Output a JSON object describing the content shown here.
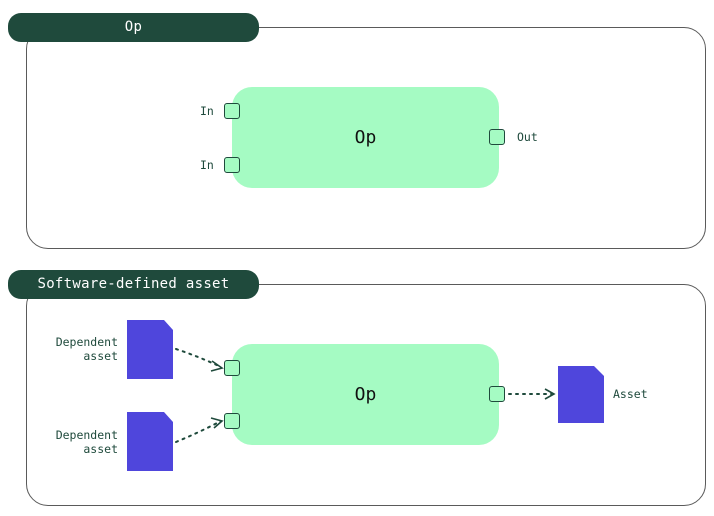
{
  "colors": {
    "tab_bg": "#1f4a3c",
    "op_fill": "#a5fbc3",
    "asset_fill": "#4f46dc",
    "edge": "#1f4a3c"
  },
  "op_panel": {
    "tab_label": "Op",
    "op_label": "Op",
    "inputs": [
      "In",
      "In"
    ],
    "output": "Out"
  },
  "asset_panel": {
    "tab_label": "Software-defined asset",
    "op_label": "Op",
    "dependents": [
      {
        "line1": "Dependent",
        "line2": "asset",
        "icon": "document-icon"
      },
      {
        "line1": "Dependent",
        "line2": "asset",
        "icon": "document-icon"
      }
    ],
    "asset_label": "Asset",
    "asset_icon": "document-icon"
  }
}
